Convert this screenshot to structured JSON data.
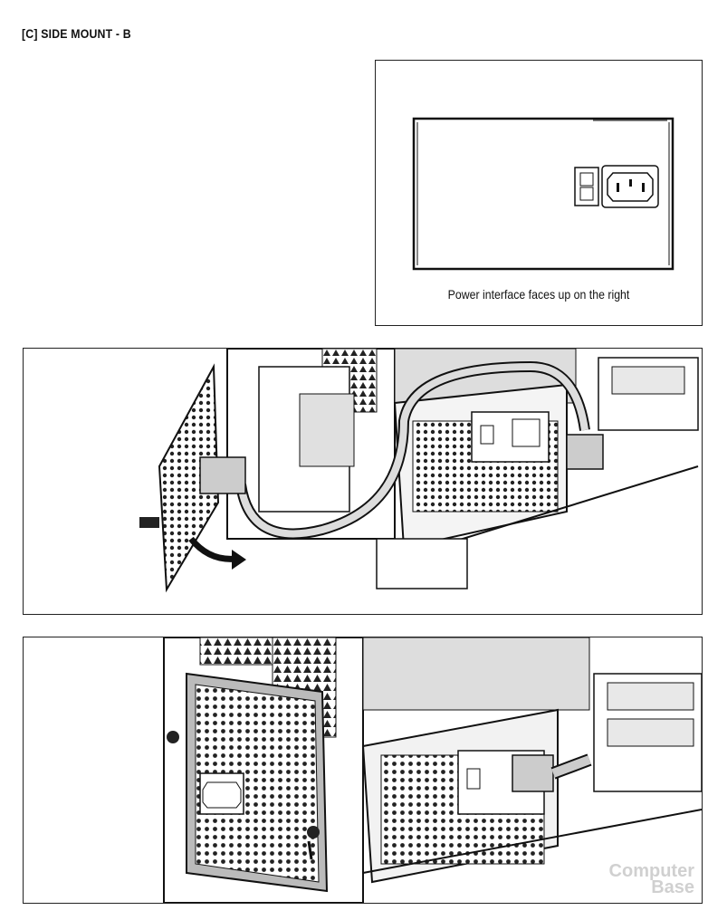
{
  "heading": "[C] SIDE MOUNT - B",
  "psu_view": {
    "caption": "Power interface faces up on the right"
  },
  "watermark": {
    "line1": "Computer",
    "line2": "Base"
  }
}
